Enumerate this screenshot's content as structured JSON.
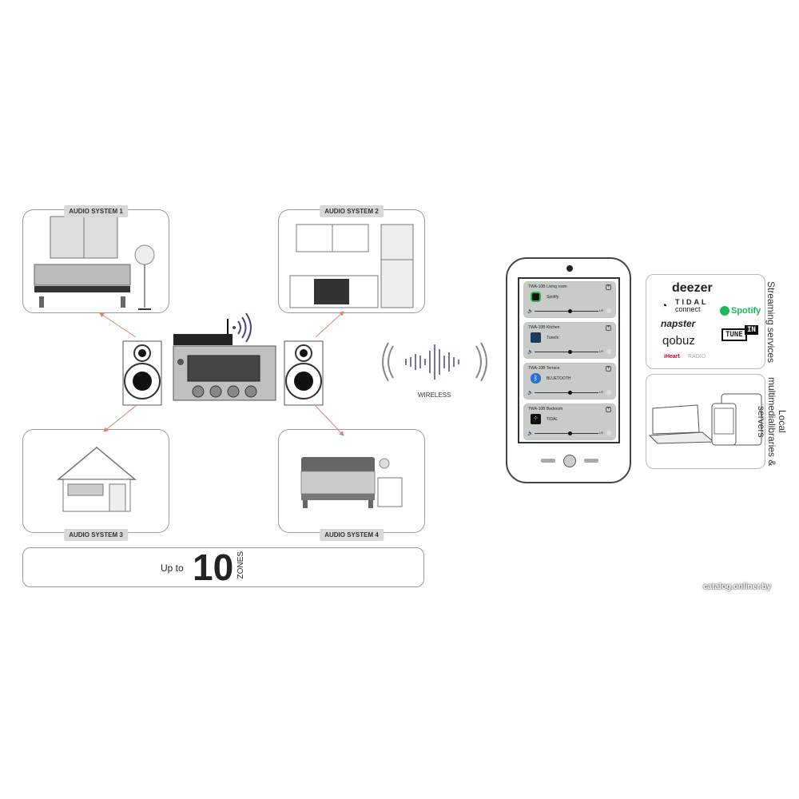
{
  "rooms": [
    {
      "label": "AUDIO SYSTEM 1"
    },
    {
      "label": "AUDIO SYSTEM 2"
    },
    {
      "label": "AUDIO SYSTEM 3"
    },
    {
      "label": "AUDIO SYSTEM 4"
    }
  ],
  "wireless_label": "WIRELESS",
  "zones": {
    "prefix": "Up to",
    "number": "10",
    "suffix": "ZONES"
  },
  "app": {
    "cards": [
      {
        "title": "TWA-10B Living room",
        "source": "Spotify",
        "icon_color": "#1db954"
      },
      {
        "title": "TWA-10B Kitchen",
        "source": "TuneIn",
        "icon_color": "#1c3b5a"
      },
      {
        "title": "TWA-10B Terrace",
        "source": "BLUETOOTH",
        "icon_color": "#2a6fc9"
      },
      {
        "title": "TWA-10B Bedroom",
        "source": "TIDAL",
        "icon_color": "#111111"
      }
    ],
    "lr_label": "LR"
  },
  "streaming": {
    "title": "Streaming services",
    "logos": [
      "deezer",
      "TIDAL",
      "connect",
      "napster",
      "qobuz",
      "iHeart",
      "RADIO",
      "Spotify",
      "TUNE",
      "IN"
    ]
  },
  "local": {
    "title_line1": "Local multimedia",
    "title_line2": "libraries & servers"
  },
  "watermark": "catalog.onliner.by",
  "colors": {
    "arrow": "#d9826e",
    "wave": "#4a3f8a",
    "spotify": "#1db954"
  }
}
